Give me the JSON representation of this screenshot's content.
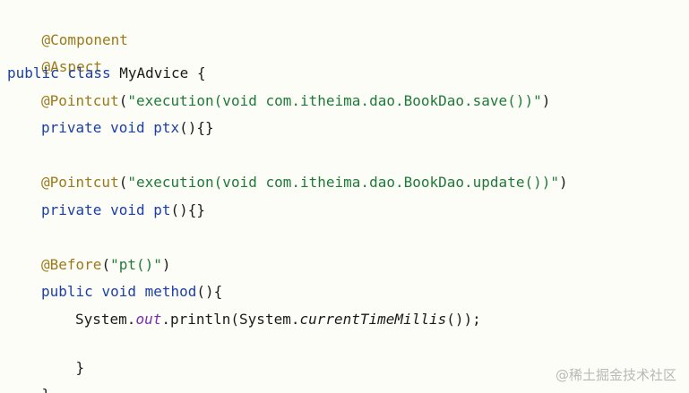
{
  "code": {
    "l1": {
      "annot": "@Component"
    },
    "l2": {
      "annot": "@Aspect"
    },
    "l3": {
      "kw1": "public",
      "kw2": "class",
      "name": "MyAdvice",
      "brace": "{"
    },
    "l4": {
      "annot": "@Pointcut",
      "open": "(",
      "str": "\"execution(void com.itheima.dao.BookDao.save())\"",
      "close": ")"
    },
    "l5": {
      "kw1": "private",
      "kw2": "void",
      "fn": "ptx",
      "rest": "(){}"
    },
    "l6": {
      "annot": "@Pointcut",
      "open": "(",
      "str": "\"execution(void com.itheima.dao.BookDao.update())\"",
      "close": ")"
    },
    "l7": {
      "kw1": "private",
      "kw2": "void",
      "fn": "pt",
      "rest": "(){}"
    },
    "l8": {
      "annot": "@Before",
      "open": "(",
      "str": "\"pt()\"",
      "close": ")"
    },
    "l9": {
      "kw1": "public",
      "kw2": "void",
      "fn": "method",
      "rest": "(){"
    },
    "l10": {
      "p1": "System.",
      "field": "out",
      "p2": ".println(System.",
      "call": "currentTimeMillis",
      "p3": "());"
    },
    "l11": {
      "brace": "}"
    },
    "l12": {
      "brace": "}"
    }
  },
  "watermark": "@稀土掘金技术社区"
}
